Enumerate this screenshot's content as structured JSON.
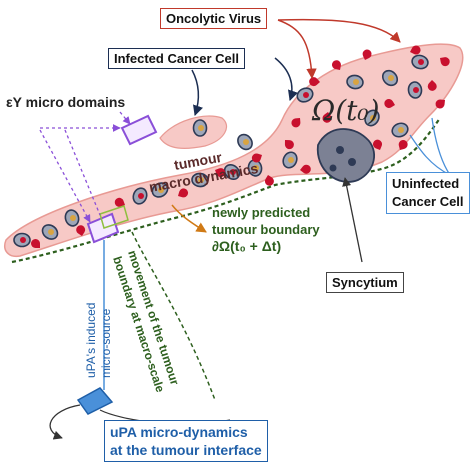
{
  "labels": {
    "oncolytic_virus": "Oncolytic Virus",
    "infected_cancer_cell": "Infected Cancer Cell",
    "micro_domains": "εY micro domains",
    "omega": "Ω(t₀)",
    "tumour_macro_line1": "tumour",
    "tumour_macro_line2": "macro dynamics",
    "uninfected_line1": "Uninfected",
    "uninfected_line2": "Cancer Cell",
    "new_boundary_line1": "newly predicted",
    "new_boundary_line2": "tumour boundary",
    "new_boundary_line3": "∂Ω(t₀ + Δt)",
    "syncytium": "Syncytium",
    "upa_source_line1": "uPA's induced",
    "upa_source_line2": "micro-source",
    "movement_line1": "movement of the tumour",
    "movement_line2": "boundary at macro-scale",
    "upa_micro_line1": "uPA micro-dynamics",
    "upa_micro_line2": "at the tumour interface"
  },
  "colors": {
    "tumour_fill": "#f7c9c6",
    "tumour_edge": "#e89a94",
    "virus_red": "#c8102e",
    "cell_dark": "#2e3a55",
    "syncytium_fill": "#7c8194",
    "boundary_green": "#2d5f1e",
    "label_blue": "#1f5fa8",
    "arrow_red": "#c0392b",
    "micro_purple": "#8a4fd8"
  }
}
